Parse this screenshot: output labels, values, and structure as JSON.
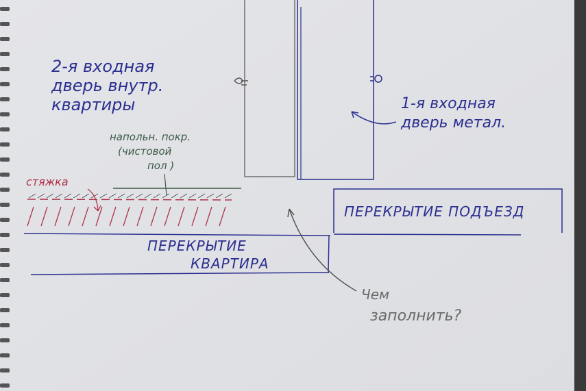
{
  "labels": {
    "door2_line1": "2-я входная",
    "door2_line2": "дверь внутр.",
    "door2_line3": "квартиры",
    "door1_line1": "1-я входная",
    "door1_line2": "дверь метал.",
    "floor_line1": "напольн. покр.",
    "floor_line2": "(чистовой",
    "floor_line3": "пол )",
    "screed": "стяжка",
    "slab_entrance": "ПЕРЕКРЫТИЕ ПОДЪЕЗД",
    "slab_apartment_line1": "ПЕРЕКРЫТИЕ",
    "slab_apartment_line2": "КВАРТИРА",
    "question_line1": "Чем",
    "question_line2": "заполнить?"
  },
  "colors": {
    "paper": "#e6e7ea",
    "blue_ink": "#2b2f8f",
    "pencil": "#6a6a6a",
    "green_ink": "#3c5a48",
    "red_ink": "#b0344a"
  }
}
